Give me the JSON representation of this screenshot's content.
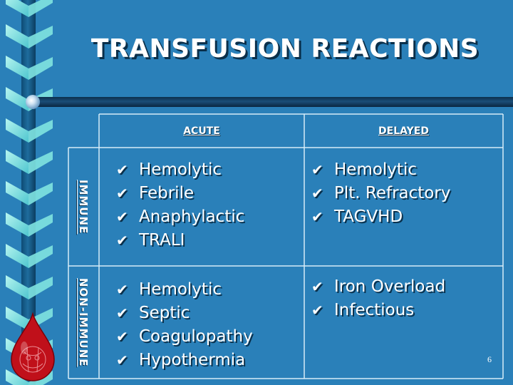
{
  "title": "TRANSFUSION REACTIONS",
  "columns": {
    "acute": "ACUTE",
    "delayed": "DELAYED"
  },
  "rows": {
    "immune": "IMMUNE",
    "non_immune": "NON-IMMUNE"
  },
  "cells": {
    "immune_acute": [
      "Hemolytic",
      "Febrile",
      "Anaphylactic",
      "TRALI"
    ],
    "immune_delayed": [
      "Hemolytic",
      "Plt. Refractory",
      "TAGVHD"
    ],
    "non_immune_acute": [
      "Hemolytic",
      "Septic",
      "Coagulopathy",
      "Hypothermia"
    ],
    "non_immune_delayed": [
      "Iron Overload",
      "Infectious"
    ]
  },
  "bullet_icon": "checkmark-icon",
  "page_number": "6",
  "colors": {
    "background": "#2a80b9",
    "ribbon_light": "#7fe3e0",
    "ribbon_dark": "#0f4f7a",
    "drop": "#c0101a"
  }
}
